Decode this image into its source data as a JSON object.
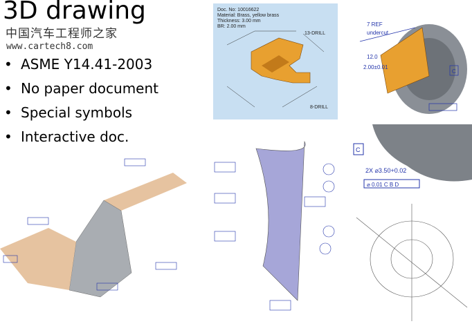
{
  "slide": {
    "title": "3D drawing",
    "watermark": "中国汽车工程师之家",
    "watermark_url": "www.cartech8.com",
    "bullets": [
      "ASME Y14.41-2003",
      "No paper document",
      "Special symbols",
      "Interactive doc."
    ]
  },
  "drawing_note": {
    "lines": [
      "Doc. No: 10016622",
      "Material: Brass, yellow brass",
      "Thickness: 3.00 mm",
      "BR: 2.00 mm"
    ],
    "callouts": [
      "13-DRILL",
      "8-DRILL"
    ]
  },
  "right_top_labels": [
    "7 REF",
    "undercut",
    "12.0",
    "2.00±0.01",
    "C"
  ],
  "right_mid_labels": [
    "C",
    "2X ⌀3.50+0.02",
    "⌀ 0.01 C B D"
  ],
  "colors": {
    "part_orange": "#e8a030",
    "panel_blue": "#c8dff2",
    "part_gray": "#8a8f96",
    "part_purple": "#a6a6d8",
    "annotation_blue": "#2233aa"
  }
}
